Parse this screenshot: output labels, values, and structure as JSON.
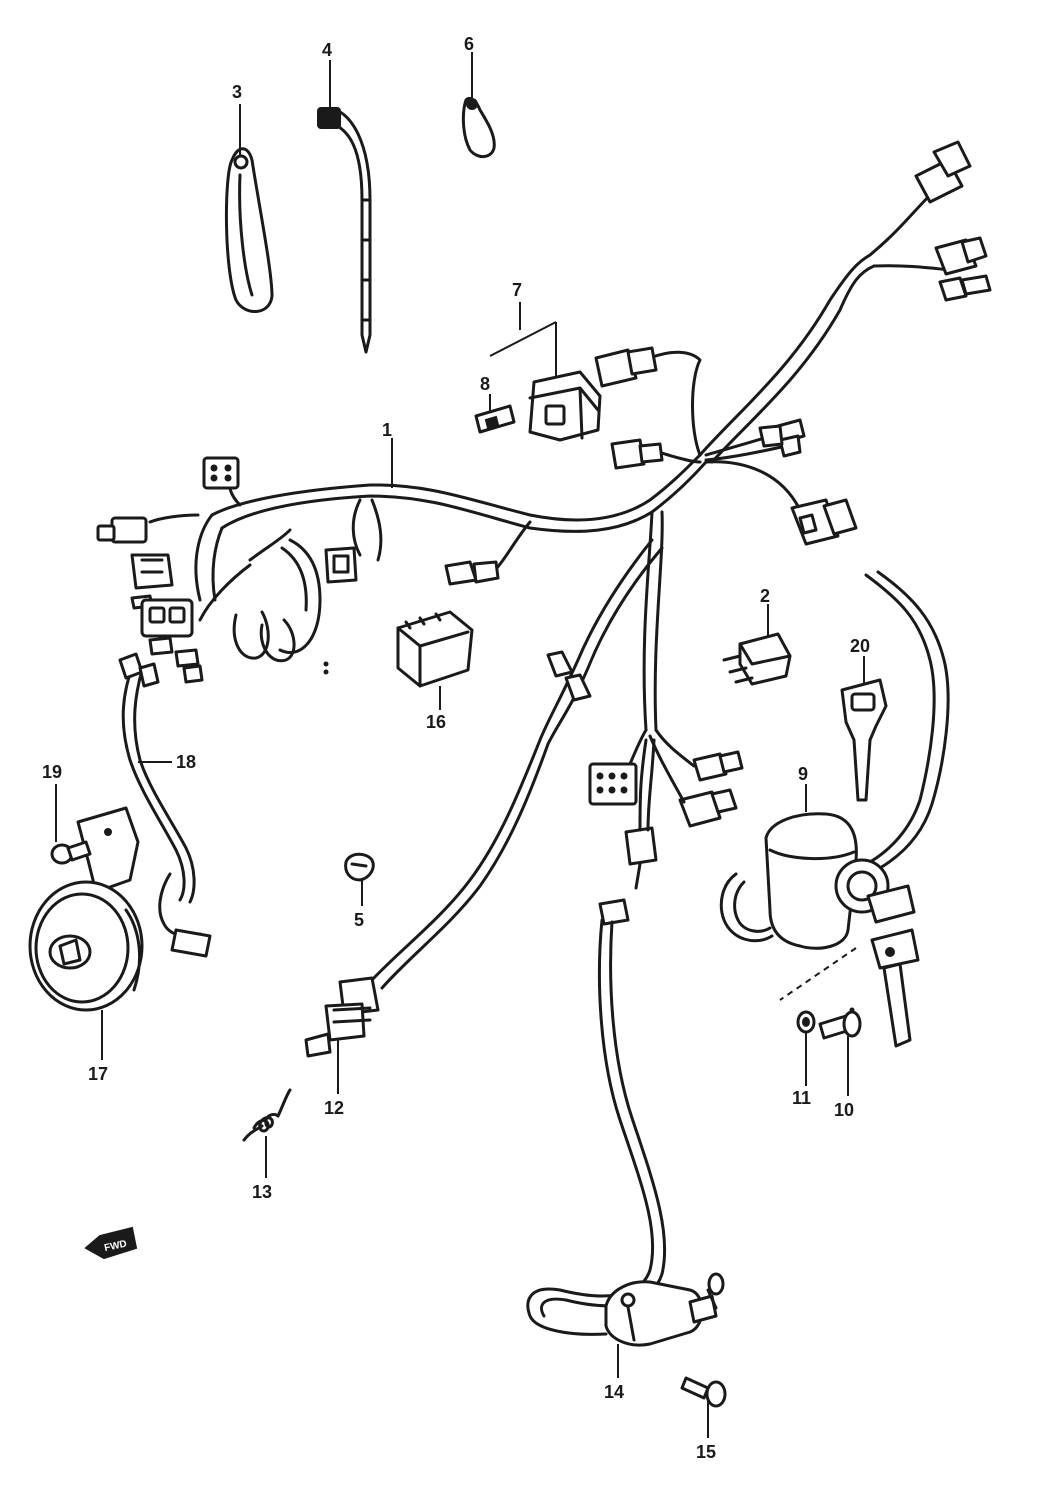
{
  "callouts": [
    {
      "id": "1",
      "label": "1"
    },
    {
      "id": "2",
      "label": "2"
    },
    {
      "id": "3",
      "label": "3"
    },
    {
      "id": "4",
      "label": "4"
    },
    {
      "id": "5",
      "label": "5"
    },
    {
      "id": "6",
      "label": "6"
    },
    {
      "id": "7",
      "label": "7"
    },
    {
      "id": "8",
      "label": "8"
    },
    {
      "id": "9",
      "label": "9"
    },
    {
      "id": "10",
      "label": "10"
    },
    {
      "id": "11",
      "label": "11"
    },
    {
      "id": "12",
      "label": "12"
    },
    {
      "id": "13",
      "label": "13"
    },
    {
      "id": "14",
      "label": "14"
    },
    {
      "id": "15",
      "label": "15"
    },
    {
      "id": "16",
      "label": "16"
    },
    {
      "id": "17",
      "label": "17"
    },
    {
      "id": "18",
      "label": "18"
    },
    {
      "id": "19",
      "label": "19"
    },
    {
      "id": "20",
      "label": "20"
    }
  ],
  "front_arrow": {
    "label": "FWD"
  },
  "colors": {
    "ink": "#1a1a1a",
    "paper": "#ffffff"
  }
}
